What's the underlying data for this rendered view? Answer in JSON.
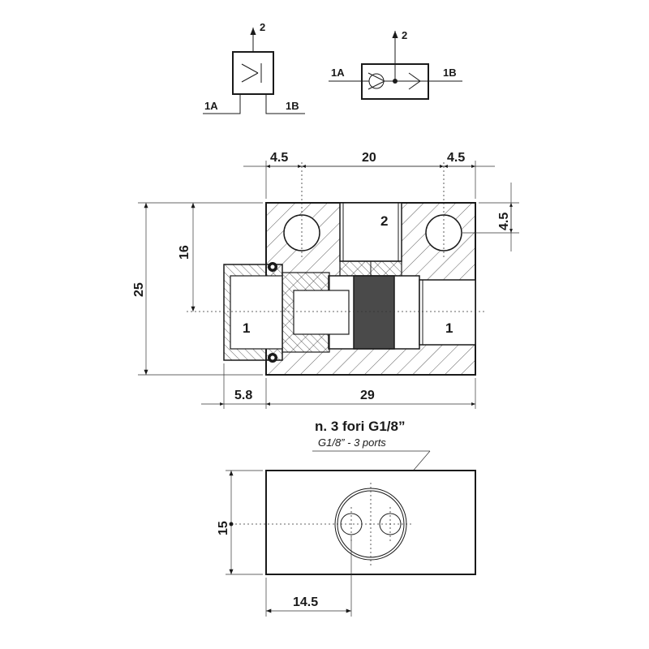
{
  "symbols": {
    "shuttle_symbol": {
      "port_out": "2",
      "port_a": "1A",
      "port_b": "1B"
    },
    "check_symbol": {
      "port_out": "2",
      "port_a": "1A",
      "port_b": "1B"
    }
  },
  "front_view": {
    "dim_top_left": "4.5",
    "dim_top_mid": "20",
    "dim_top_right": "4.5",
    "dim_right_vertical": "4.5",
    "dim_height_total": "25",
    "dim_axis_height": "16",
    "dim_bottom_left": "5.8",
    "dim_bottom_right": "29",
    "port_top": "2",
    "port_left": "1",
    "port_right": "1"
  },
  "note": {
    "title": "n. 3 fori G1/8”",
    "subtitle": "G1/8” - 3 ports"
  },
  "bottom_view": {
    "dim_height": "15",
    "dim_width": "14.5"
  },
  "colors": {
    "line": "#1a1a1a",
    "poppet": "#4a4a4a",
    "background": "#ffffff"
  }
}
